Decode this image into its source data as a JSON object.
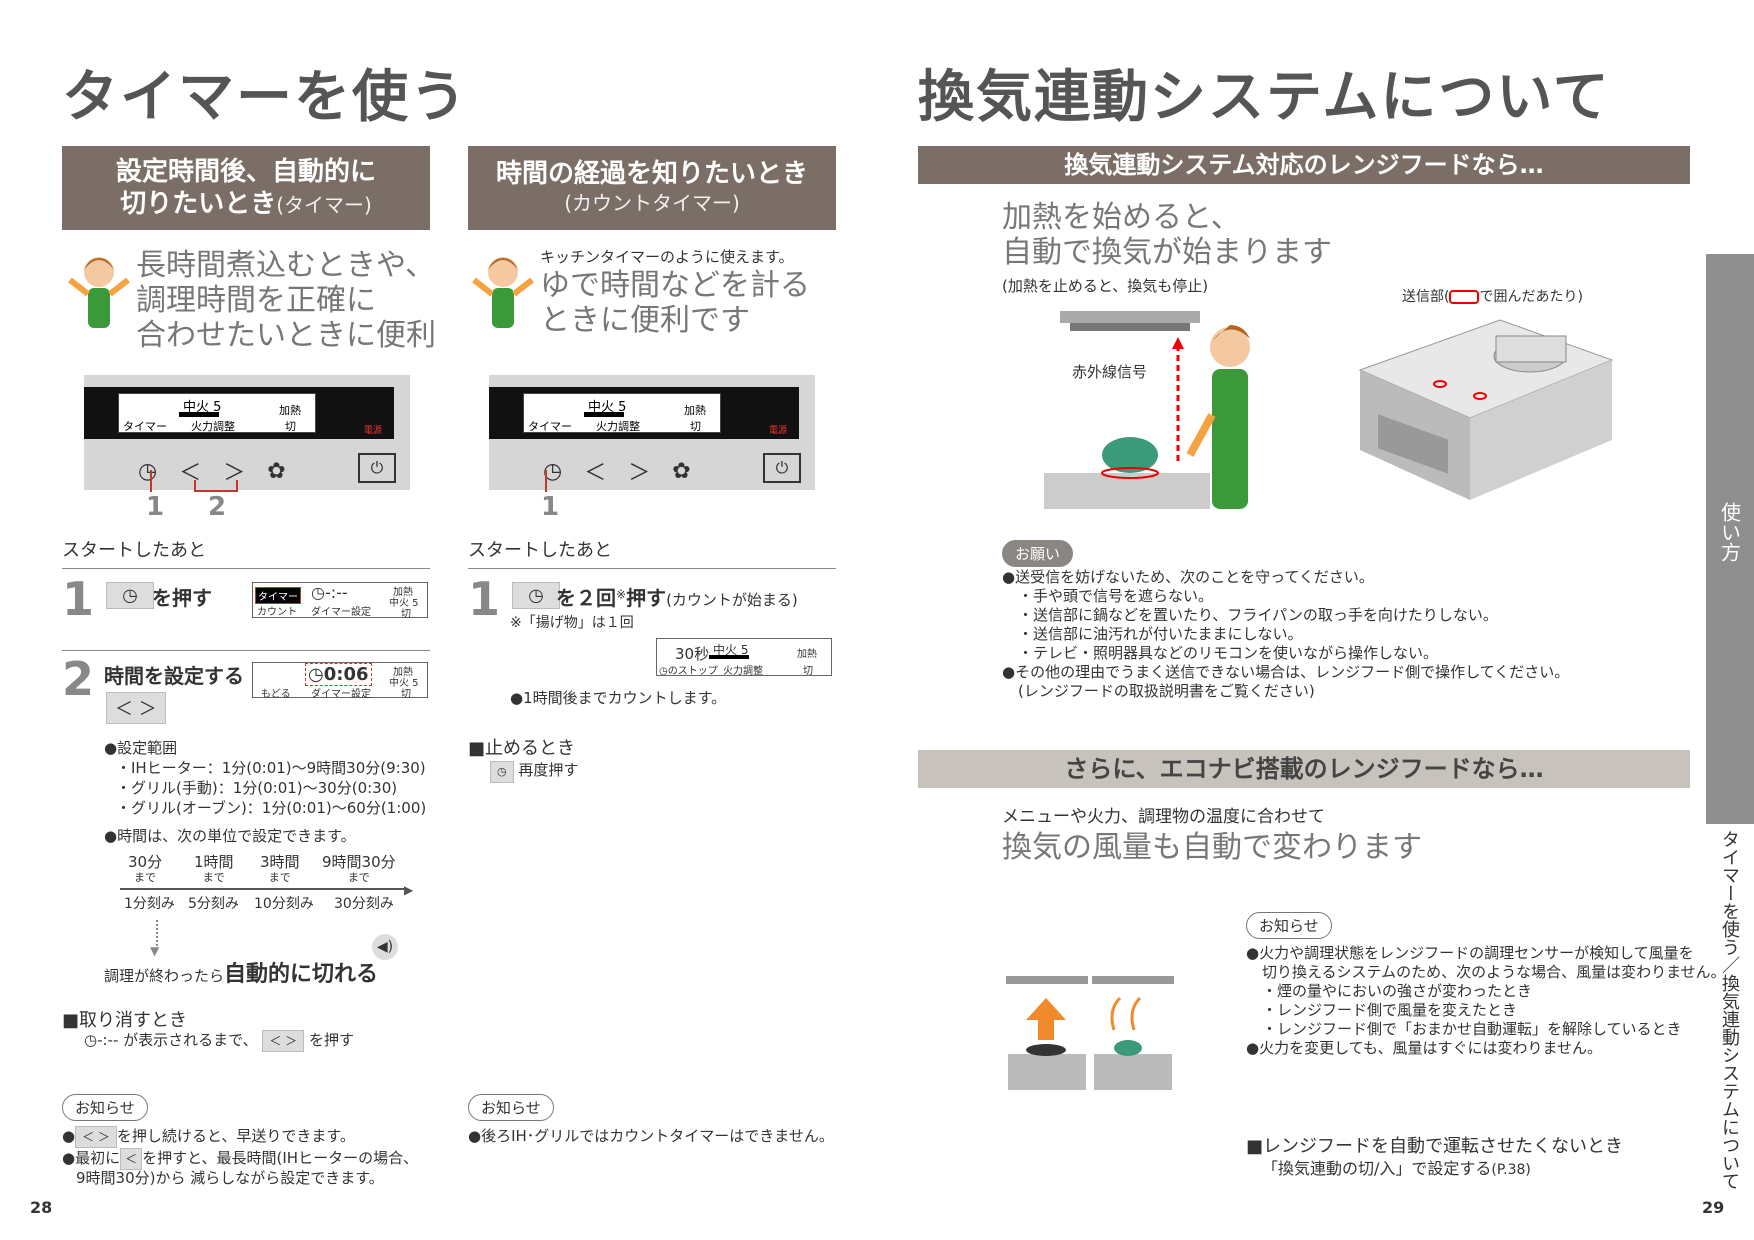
{
  "left": {
    "title": "タイマーを使う",
    "col1": {
      "header_line1": "設定時間後、自動的に",
      "header_line2": "切りたいとき",
      "header_sub": "(タイマー)",
      "lead": [
        "長時間煮込むときや、",
        "調理時間を正確に",
        "合わせたいときに便利"
      ],
      "lcd_fire": "中火 5",
      "lcd_heat": "加熱",
      "lcd_timer": "タイマー",
      "lcd_adjust": "火力調整",
      "lcd_off": "切",
      "power_label": "電源",
      "callout_1": "1",
      "callout_2": "2",
      "after_start": "スタートしたあと",
      "step1_num": "1",
      "step1_text": "を押す",
      "step1_lcd": [
        "タイマー",
        "カウント",
        "-:--",
        "ダイマー設定",
        "加熱",
        "中火 5",
        "切"
      ],
      "step2_num": "2",
      "step2_text": "時間を設定する",
      "step2_lcd": [
        "0:06",
        "もどる",
        "ダイマー設定",
        "加熱",
        "中火 5",
        "切"
      ],
      "range_title": "●設定範囲",
      "range_items": [
        "・IHヒーター：1分(0:01)～9時間30分(9:30)",
        "・グリル(手動)：1分(0:01)～30分(0:30)",
        "・グリル(オーブン)：1分(0:01)～60分(1:00)"
      ],
      "unit_note": "●時間は、次の単位で設定できます。",
      "scale_top": [
        "30分",
        "1時間",
        "3時間",
        "9時間30分"
      ],
      "scale_made": "まで",
      "scale_bottom": [
        "1分刻み",
        "5分刻み",
        "10分刻み",
        "30分刻み"
      ],
      "auto_off_pre": "調理が終わったら",
      "auto_off_big": "自動的に切れる",
      "cancel_title": "■取り消すとき",
      "cancel_display": "-:--",
      "cancel_text1": "が表示されるまで、",
      "cancel_text2": "を押す",
      "notice_label": "お知らせ",
      "notice1": "を押し続けると、早送りできます。",
      "notice2_pre": "●最初に",
      "notice2_post": "を押すと、最長時間(IHヒーターの場合、",
      "notice2_line2": "9時間30分)から 減らしながら設定できます。",
      "page": "28"
    },
    "col2": {
      "header_line1": "時間の経過を知りたいとき",
      "header_sub": "(カウントタイマー)",
      "lead_small": "キッチンタイマーのように使えます。",
      "lead": [
        "ゆで時間などを計る",
        "ときに便利です"
      ],
      "callout_1": "1",
      "after_start": "スタートしたあと",
      "step1_num": "1",
      "step1_text_a": "を２回",
      "step1_text_sup": "※",
      "step1_text_b": "押す",
      "step1_text_c": "(カウントが始まる)",
      "step1_note": "※「揚げ物」は１回",
      "lcd_counter": "30秒",
      "lcd_stop": "のストップ",
      "count_note": "●1時間後までカウントします。",
      "stop_title": "■止めるとき",
      "stop_text": "再度押す",
      "notice_label": "お知らせ",
      "notice1": "●後ろIH･グリルではカウントタイマーはできません。"
    }
  },
  "right": {
    "title": "換気連動システムについて",
    "band1": "換気連動システム対応のレンジフードなら…",
    "lead1": [
      "加熱を始めると、",
      "自動で換気が始まります"
    ],
    "lead1_sub": "(加熱を止めると、換気も停止)",
    "ir_label": "赤外線信号",
    "sender_label_pre": "送信部(",
    "sender_label_post": "で囲んだあたり)",
    "onegai_label": "お願い",
    "onegai_items": [
      "●送受信を妨げないため、次のことを守ってください。",
      "・手や頭で信号を遮らない。",
      "・送信部に鍋などを置いたり、フライパンの取っ手を向けたりしない。",
      "・送信部に油汚れが付いたままにしない。",
      "・テレビ・照明器具などのリモコンを使いながら操作しない。",
      "●その他の理由でうまく送信できない場合は、レンジフード側で操作してください。",
      "(レンジフードの取扱説明書をご覧ください)"
    ],
    "band2": "さらに、エコナビ搭載のレンジフードなら…",
    "lead2_small": "メニューや火力、調理物の温度に合わせて",
    "lead2": "換気の風量も自動で変わります",
    "notice_label": "お知らせ",
    "notice_items": [
      "●火力や調理状態をレンジフードの調理センサーが検知して風量を",
      "切り換えるシステムのため、次のような場合、風量は変わりません。",
      "・煙の量やにおいの強さが変わったとき",
      "・レンジフード側で風量を変えたとき",
      "・レンジフード側で「おまかせ自動運転」を解除しているとき",
      "●火力を変更しても、風量はすぐには変わりません。"
    ],
    "no_auto_title": "■レンジフードを自動で運転させたくないとき",
    "no_auto_text": "「換気連動の切/入」で設定する",
    "no_auto_ref": "(P.38)",
    "side_tab": "使い方",
    "side_chapter": "タイマーを使う／換気連動システムについて",
    "page": "29"
  },
  "colors": {
    "header_bg": "#7b6e66",
    "band2_bg": "#c8c2bd",
    "sidebar_bg": "#8f8f8f",
    "accent_red": "#c0392b"
  }
}
